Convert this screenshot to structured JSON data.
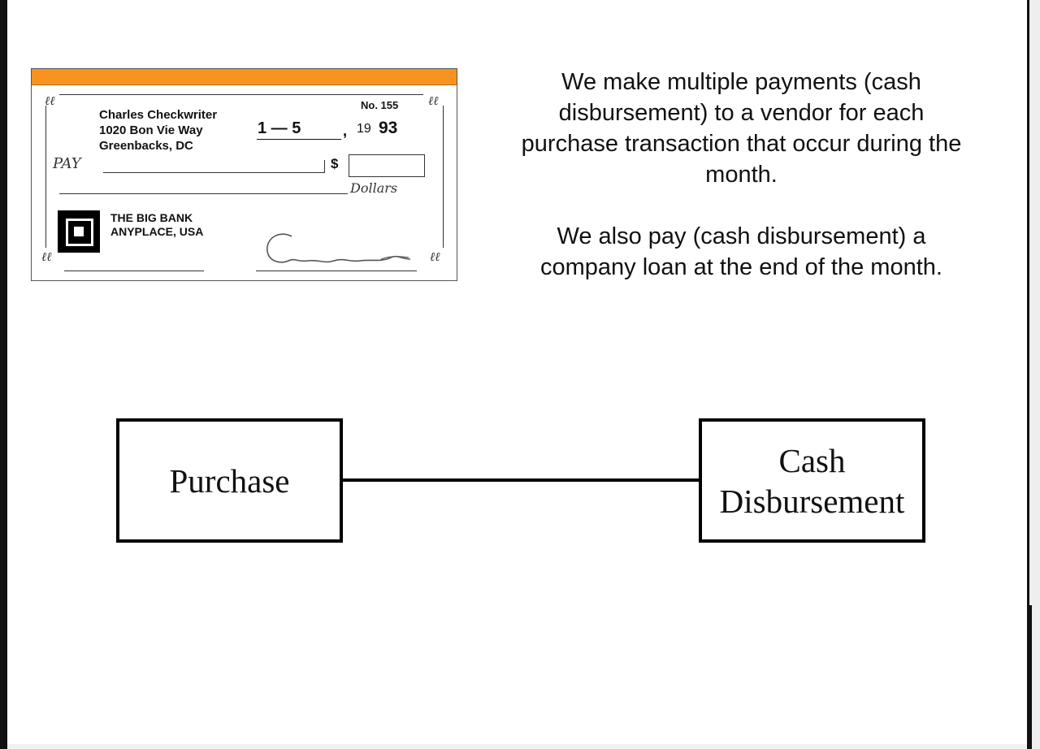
{
  "check": {
    "owner_name": "Charles Checkwriter",
    "owner_address_line1": "1020 Bon Vie Way",
    "owner_address_line2": "Greenbacks, DC",
    "check_number": "No. 155",
    "date_month_day": "1 — 5",
    "date_year_prefix": "19",
    "date_year_suffix": "93",
    "pay_label": "PAY",
    "currency_symbol": "$",
    "dollars_label": "Dollars",
    "bank_name": "THE BIG BANK",
    "bank_location": "ANYPLACE, USA",
    "header_color": "#f7931e"
  },
  "description": {
    "paragraph1": "We make multiple payments (cash disbursement) to a vendor for each purchase transaction that occur during the month.",
    "paragraph2": "We also pay (cash disbursement) a company loan at the end of the month."
  },
  "diagram": {
    "entities": [
      {
        "label": "Purchase"
      },
      {
        "label_line1": "Cash",
        "label_line2": "Disbursement"
      }
    ]
  }
}
